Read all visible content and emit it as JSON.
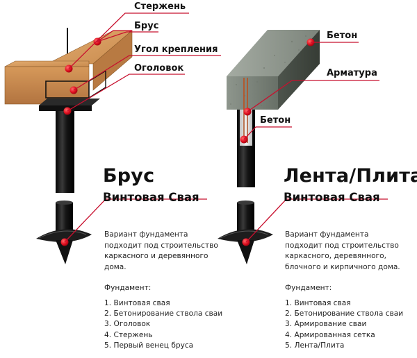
{
  "left": {
    "callouts": [
      "Стержень",
      "Брус",
      "Угол крепления",
      "Оголовок"
    ],
    "title": "Брус",
    "subtitle": "Винтовая Свая",
    "description": [
      "Вариант фундамента",
      "подходит под строительство",
      "каркасного и деревянного",
      "дома."
    ],
    "list_heading": "Фундамент:",
    "list": [
      "1. Винтовая свая",
      "2. Бетонирование ствола сваи",
      "3. Оголовок",
      "4. Стержень",
      "5. Первый венец бруса"
    ]
  },
  "right": {
    "callouts": [
      "Бетон",
      "Арматура",
      "Бетон"
    ],
    "title": "Лента/Плита",
    "subtitle": "Винтовая Свая",
    "description": [
      "Вариант фундамента",
      "подходит под строительство",
      "каркасного, деревянного,",
      "блочного и кирпичного дома."
    ],
    "list_heading": "Фундамент:",
    "list": [
      "1. Винтовая свая",
      "2. Бетонирование ствола сваи",
      "3. Армирование сваи",
      "4. Армированная сетка",
      "5. Лента/Плита"
    ]
  },
  "colors": {
    "accent_red": "#c8102e",
    "wood": "#c98b4e",
    "wood_dark": "#a0672f",
    "concrete": "#8d958c",
    "pile": "#1a1a1a"
  },
  "icons": [
    "wooden-beam-illustration",
    "concrete-slab-illustration",
    "screw-pile-illustration"
  ]
}
